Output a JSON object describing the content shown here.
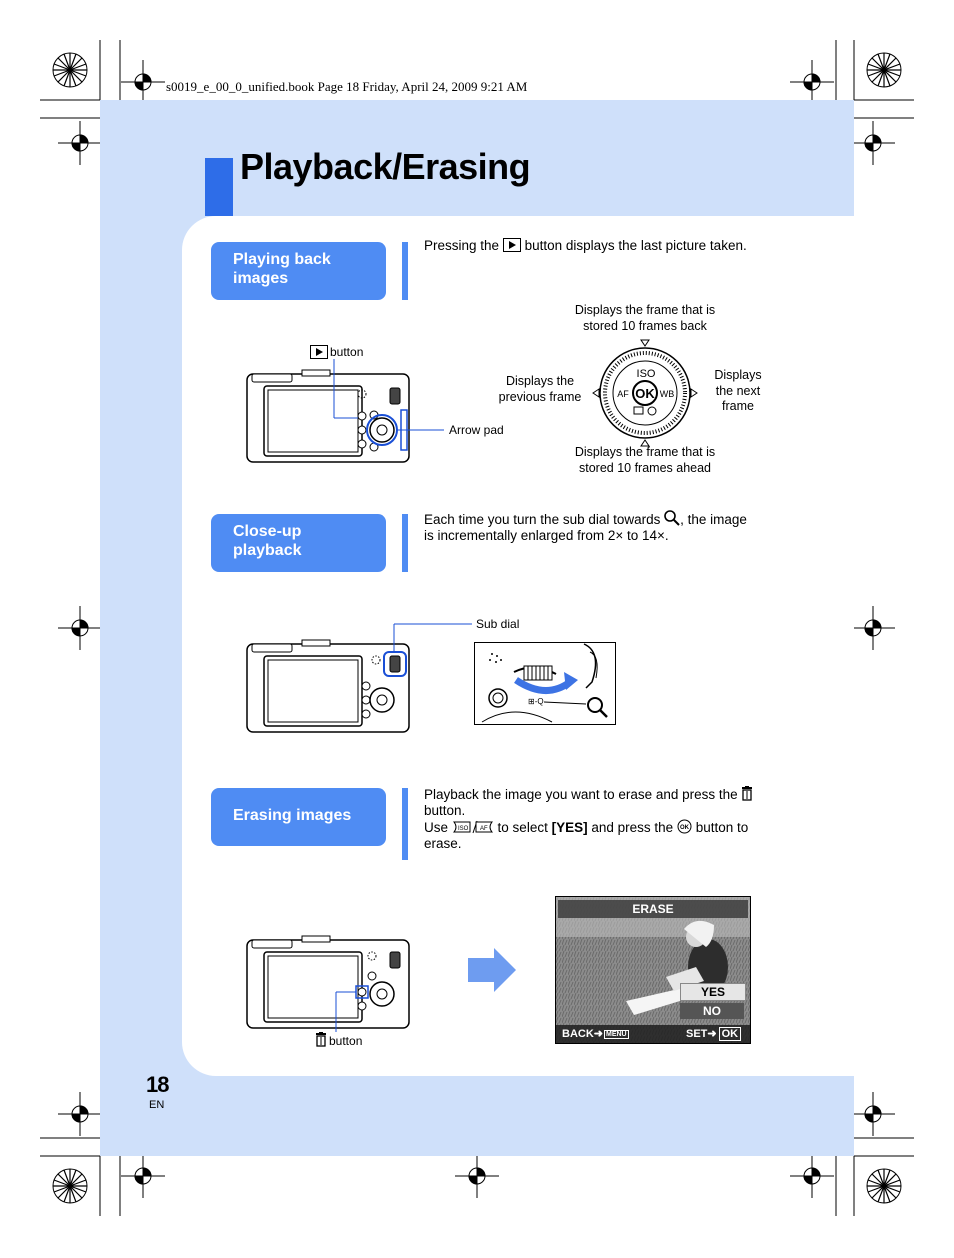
{
  "header": {
    "text": "s0019_e_00_0_unified.book  Page 18  Friday, April 24, 2009  9:21 AM"
  },
  "page": {
    "title": "Playback/Erasing",
    "number": "18",
    "lang": "EN",
    "accent_color": "#2e6de8",
    "pill_color": "#4f8cf3",
    "panel_color": "#cfe0fa"
  },
  "sections": {
    "playing": {
      "title_line1": "Playing back",
      "title_line2": "images",
      "text_before_icon": "Pressing the",
      "text_after_icon": "button displays the last picture taken.",
      "icon": "play-icon",
      "button_label": "button",
      "arrow_pad_label": "Arrow pad",
      "dial_up": "Displays the frame that is stored 10 frames back",
      "dial_left": "Displays the previous frame",
      "dial_right": "Displays the next frame",
      "dial_down": "Displays the frame that is stored 10 frames ahead",
      "dial_iso": "ISO",
      "dial_af": "AF",
      "dial_wb": "WB",
      "dial_ok": "OK"
    },
    "closeup": {
      "title_line1": "Close-up",
      "title_line2": "playback",
      "text_before_icon": "Each time you turn the sub dial towards",
      "text_after_icon": ", the image is incrementally enlarged from 2× to 14×.",
      "icon": "magnify-icon",
      "sub_dial_label": "Sub dial"
    },
    "erasing": {
      "title": "Erasing images",
      "line1_a": "Playback the image you want to erase and press the",
      "line1_b": "button.",
      "line2_a": "Use",
      "line2_b": "to select",
      "line2_yes": "[YES]",
      "line2_c": "and press the",
      "line2_d": "button to erase.",
      "trash_label": "button",
      "screen": {
        "title": "ERASE",
        "yes": "YES",
        "no": "NO",
        "back": "BACK",
        "menu": "MENU",
        "set": "SET",
        "ok": "OK"
      }
    }
  }
}
